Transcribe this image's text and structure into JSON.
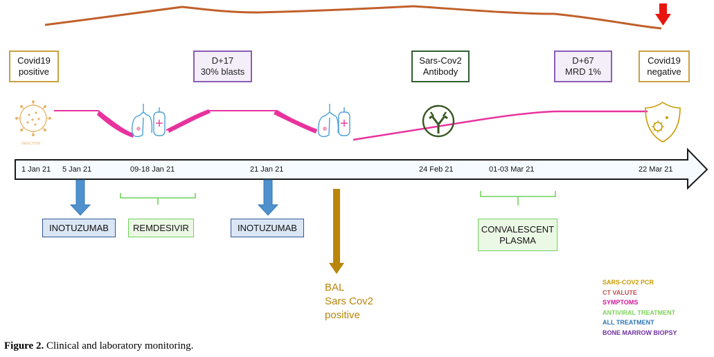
{
  "top_boxes": [
    {
      "id": "covid-pos",
      "lines": [
        "Covid19",
        "positive"
      ]
    },
    {
      "id": "d17",
      "lines": [
        "D+17",
        "30% blasts"
      ]
    },
    {
      "id": "antibody",
      "lines": [
        "Sars-Cov2",
        "Antibody"
      ]
    },
    {
      "id": "d67",
      "lines": [
        "D+67",
        "MRD 1%"
      ]
    },
    {
      "id": "covid-neg",
      "lines": [
        "Covid19",
        "negative"
      ]
    }
  ],
  "dates": [
    "1 Jan 21",
    "5 Jan 21",
    "09-18 Jan 21",
    "21 Jan 21",
    "24 Feb 21",
    "01-03 Mar 21",
    "22 Mar 21"
  ],
  "treatments": [
    {
      "id": "inotuzumab-1",
      "lines": [
        "INOTUZUMAB"
      ]
    },
    {
      "id": "remdesivir",
      "lines": [
        "REMDESIVIR"
      ]
    },
    {
      "id": "inotuzumab-2",
      "lines": [
        "INOTUZUMAB"
      ]
    },
    {
      "id": "plasma",
      "lines": [
        "CONVALESCENT",
        "PLASMA"
      ]
    }
  ],
  "bal_lines": [
    "BAL",
    "Sars Cov2",
    "positive"
  ],
  "icon_text": {
    "infection": "INFECTION"
  },
  "legend": [
    {
      "label": "SARS-COV2 PCR",
      "color": "#c89b00"
    },
    {
      "label": "CT VALUTE",
      "color": "#c0504d"
    },
    {
      "label": "SYMPTOMS",
      "color": "#d4149a"
    },
    {
      "label": "ANTIVIRAL TREATMENT",
      "color": "#7fd35a"
    },
    {
      "label": "ALL TREATMENT",
      "color": "#2e75b6"
    },
    {
      "label": "BONE MARROW BIOPSY",
      "color": "#7030a0"
    }
  ],
  "caption": {
    "label": "Figure 2.",
    "text": " Clinical and laboratory monitoring."
  }
}
